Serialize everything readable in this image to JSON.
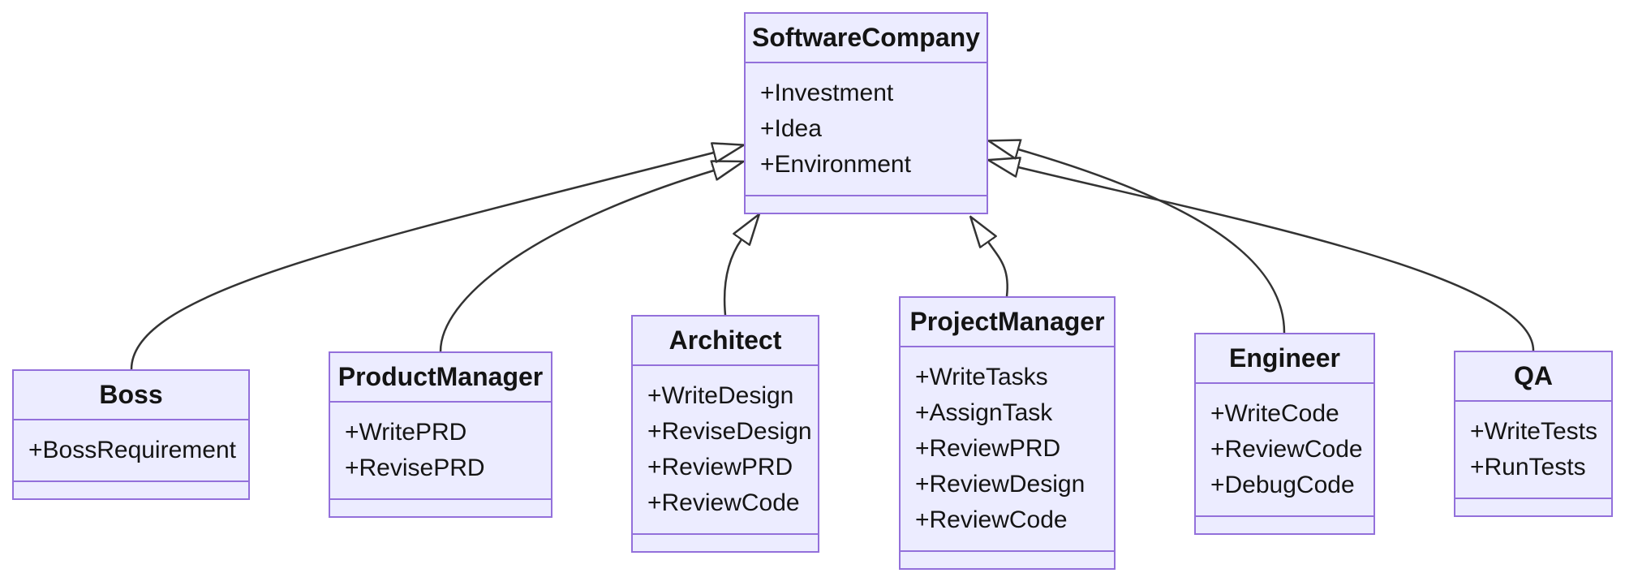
{
  "diagram": {
    "type": "uml-class-diagram",
    "background_color": "#FFFFFF",
    "colors": {
      "node_fill": "#ECECFF",
      "node_border": "#9370DB",
      "edge_stroke": "#333333",
      "text": "#141414"
    },
    "classes": [
      {
        "name": "SoftwareCompany",
        "attributes": [
          "+Investment",
          "+Idea",
          "+Environment"
        ]
      },
      {
        "name": "Boss",
        "attributes": [
          "+BossRequirement"
        ]
      },
      {
        "name": "ProductManager",
        "attributes": [
          "+WritePRD",
          "+RevisePRD"
        ]
      },
      {
        "name": "Architect",
        "attributes": [
          "+WriteDesign",
          "+ReviseDesign",
          "+ReviewPRD",
          "+ReviewCode"
        ]
      },
      {
        "name": "ProjectManager",
        "attributes": [
          "+WriteTasks",
          "+AssignTask",
          "+ReviewPRD",
          "+ReviewDesign",
          "+ReviewCode"
        ]
      },
      {
        "name": "Engineer",
        "attributes": [
          "+WriteCode",
          "+ReviewCode",
          "+DebugCode"
        ]
      },
      {
        "name": "QA",
        "attributes": [
          "+WriteTests",
          "+RunTests"
        ]
      }
    ],
    "relationships": [
      {
        "from": "Boss",
        "to": "SoftwareCompany",
        "type": "inheritance"
      },
      {
        "from": "ProductManager",
        "to": "SoftwareCompany",
        "type": "inheritance"
      },
      {
        "from": "Architect",
        "to": "SoftwareCompany",
        "type": "inheritance"
      },
      {
        "from": "ProjectManager",
        "to": "SoftwareCompany",
        "type": "inheritance"
      },
      {
        "from": "Engineer",
        "to": "SoftwareCompany",
        "type": "inheritance"
      },
      {
        "from": "QA",
        "to": "SoftwareCompany",
        "type": "inheritance"
      }
    ]
  }
}
